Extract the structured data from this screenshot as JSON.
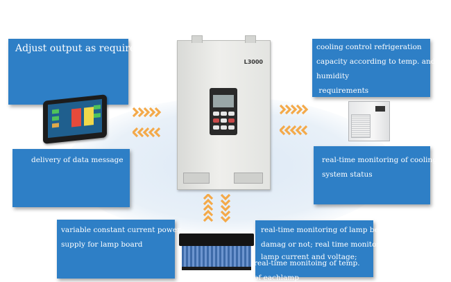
{
  "boxes": {
    "adjust_output": "Adjust output as required",
    "cooling_control": [
      "cooling control refrigeration",
      "capacity according to temp. and",
      "humidity",
      " requirements"
    ],
    "data_message": "delivery of data message",
    "cooling_monitoring": [
      "real-time monitoring of cooling",
      "system status"
    ],
    "lamp_supply": [
      "variable constant current power",
      "supply for lamp board"
    ],
    "lamp_monitoring": [
      "real-time monitoring of lamp beads",
      "damag or not; real time monitoring",
      "lamp current and voltage;"
    ],
    "temp_monitoring": [
      "real-time monitoing of temp.",
      "of eachlamp"
    ]
  },
  "devices": {
    "controller_brand": "L3000",
    "controller": "controller-cabinet",
    "tablet": "touch-panel",
    "chiller": "water-chiller",
    "lamp": "uv-led-lamp"
  },
  "colors": {
    "box_fill": "#2e7fc6",
    "arrow": "#f4a949",
    "glow": "#dde9f6"
  }
}
